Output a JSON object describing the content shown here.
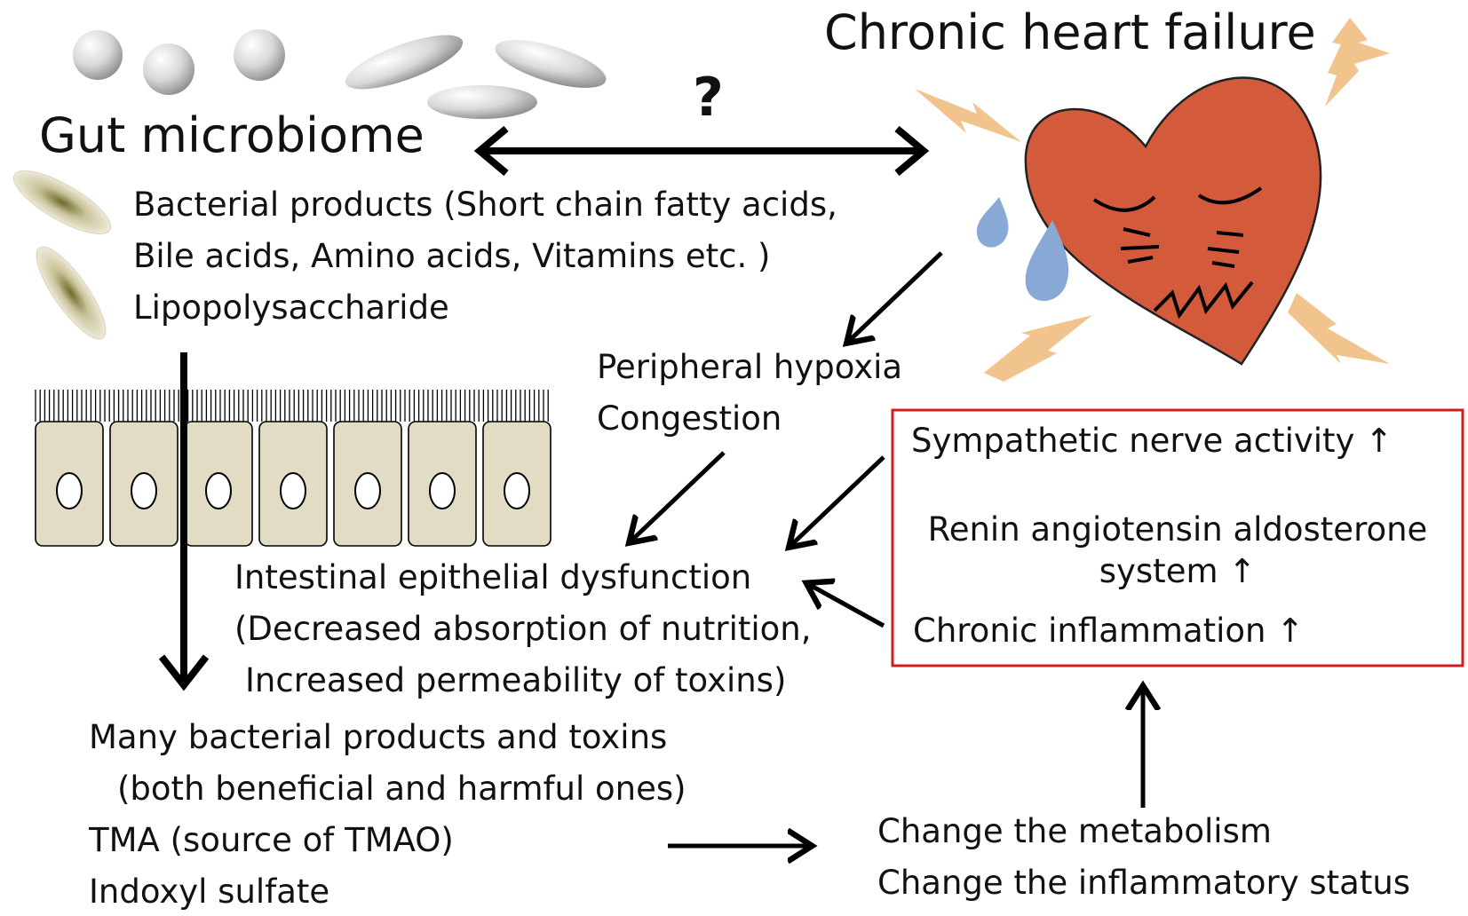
{
  "heart_failure_title": "Chronic heart failure",
  "gut_title": "Gut microbiome",
  "question_mark": "?",
  "bacterial_products": {
    "line1": "Bacterial products (Short chain fatty acids,",
    "line2": "Bile acids, Amino acids, Vitamins etc. )",
    "line3": "Lipopolysaccharide"
  },
  "hypoxia": {
    "line1": "Peripheral hypoxia",
    "line2": "Congestion"
  },
  "neurohormonal_box": {
    "item1": "Sympathetic nerve activity ↑",
    "item2_line1": "Renin angiotensin aldosterone",
    "item2_line2": "system ↑",
    "item3": "Chronic inflammation ↑",
    "border_color": "#cc1f1f"
  },
  "epithelial": {
    "line1": "Intestinal epithelial dysfunction",
    "line2": "(Decreased absorption of nutrition,",
    "line3": "Increased permeability of toxins)"
  },
  "toxins": {
    "line1": "Many bacterial products and toxins",
    "line2": "(both beneficial and harmful ones)",
    "line3": "TMA (source of TMAO)",
    "line4": "Indoxyl sulfate"
  },
  "metabolism": {
    "line1": "Change the metabolism",
    "line2": "Change the inflammatory status"
  },
  "colors": {
    "heart": "#d45a3c",
    "lightning": "#f2c48d",
    "tears": "#88a9d6",
    "cells": "#e2dcc4"
  }
}
